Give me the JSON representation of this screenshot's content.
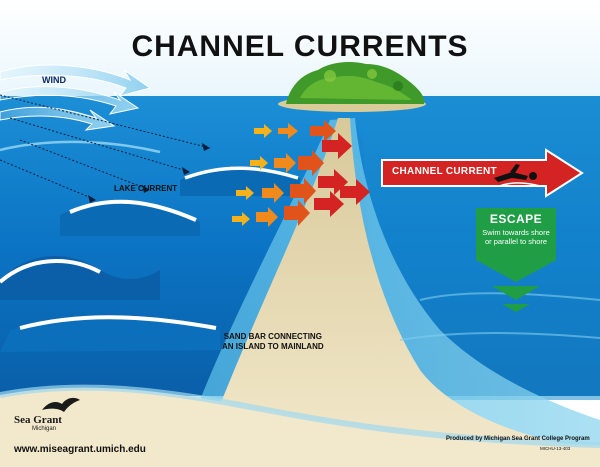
{
  "title": "CHANNEL CURRENTS",
  "labels": {
    "wind": "WIND",
    "lake_current": "LAKE CURRENT",
    "sand_bar_line1": "SAND BAR CONNECTING",
    "sand_bar_line2": "AN ISLAND TO MAINLAND",
    "channel_current": "CHANNEL CURRENT"
  },
  "escape": {
    "title": "ESCAPE",
    "text": "Swim towards shore or parallel to shore"
  },
  "logo": {
    "name": "Sea Grant",
    "sub": "Michigan"
  },
  "footer": {
    "url": "www.miseagrant.umich.edu",
    "credit": "Produced by Michigan Sea Grant College Program",
    "code": "MICHU-13-403"
  },
  "colors": {
    "water_deep": "#0b74c4",
    "water_light": "#5fc4ea",
    "sky": "#ffffff",
    "sand": "#efe3bf",
    "channel_arrow": "#d42323",
    "escape_green": "#1f9e45",
    "island_green": "#3f9a2a"
  },
  "icons": [
    "wind-arrow-icon",
    "current-arrow-icon",
    "swimmer-icon",
    "seagull-logo-icon",
    "down-chevron-icon"
  ]
}
